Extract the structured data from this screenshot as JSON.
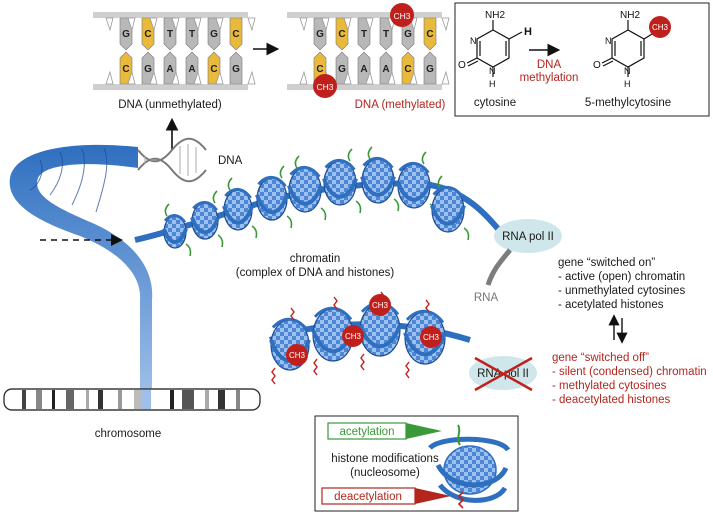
{
  "dna_panel": {
    "unmethylated_label": "DNA (unmethylated)",
    "methylated_label": "DNA (methylated)",
    "top_strand": [
      "G",
      "C",
      "T",
      "T",
      "G",
      "C"
    ],
    "bottom_strand": [
      "C",
      "G",
      "A",
      "A",
      "C",
      "G"
    ],
    "methyl_group": "CH3"
  },
  "cytosine_panel": {
    "cytosine_label": "cytosine",
    "methylcytosine_label": "5-methylcytosine",
    "reaction_label_line1": "DNA",
    "reaction_label_line2": "methylation",
    "atoms": {
      "nh2": "NH2",
      "h": "H",
      "n": "N",
      "o": "O"
    }
  },
  "main_diagram": {
    "dna_label": "DNA",
    "chromatin_line1": "chromatin",
    "chromatin_line2": "(complex of DNA and histones)",
    "rna_pol_label": "RNA pol II",
    "rna_label": "RNA",
    "chromosome_label": "chromosome",
    "methyl_group": "CH3"
  },
  "gene_on": {
    "title": "gene “switched on”",
    "items": [
      "- active (open) chromatin",
      "- unmethylated cytosines",
      "- acetylated histones"
    ]
  },
  "gene_off": {
    "title": "gene “switched off”",
    "items": [
      "- silent (condensed) chromatin",
      "- methylated cytosines",
      "- deacetylated histones"
    ]
  },
  "histone_box": {
    "acetylation": "acetylation",
    "deacetylation": "deacetylation",
    "title_line1": "histone modifications",
    "title_line2": "(nucleosome)"
  },
  "colors": {
    "chromatin_blue": "#2f6fc0",
    "light_blue": "#8fb7e8",
    "methyl_red": "#c0201c",
    "acetyl_green": "#3a9a3a",
    "base_yellow": "#e8b93a",
    "base_gray": "#b8b8b8"
  }
}
